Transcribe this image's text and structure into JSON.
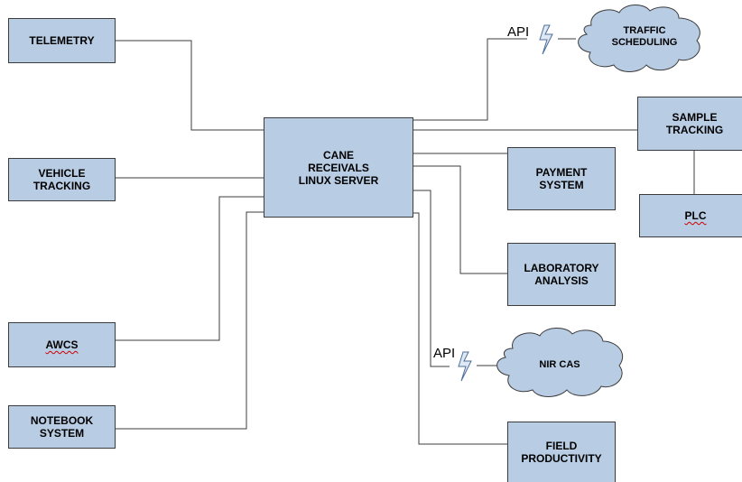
{
  "nodes": {
    "telemetry": "TELEMETRY",
    "vehicle_tracking": "VEHICLE\nTRACKING",
    "awcs": "AWCS",
    "notebook_system": "NOTEBOOK\nSYSTEM",
    "server": "CANE\nRECEIVALS\nLINUX SERVER",
    "sample_tracking": "SAMPLE\nTRACKING",
    "plc": "PLC",
    "payment_system": "PAYMENT\nSYSTEM",
    "laboratory_analysis": "LABORATORY\nANALYSIS",
    "field_productivity": "FIELD\nPRODUCTIVITY"
  },
  "clouds": {
    "traffic_scheduling": "TRAFFIC\nSCHEDULING",
    "nir_cas": "NIR CAS"
  },
  "api_labels": {
    "traffic": "API",
    "nir": "API"
  },
  "colors": {
    "box_fill": "#b8cce4",
    "line": "#3c3c3c",
    "spellcheck_underline": "#d00000"
  }
}
